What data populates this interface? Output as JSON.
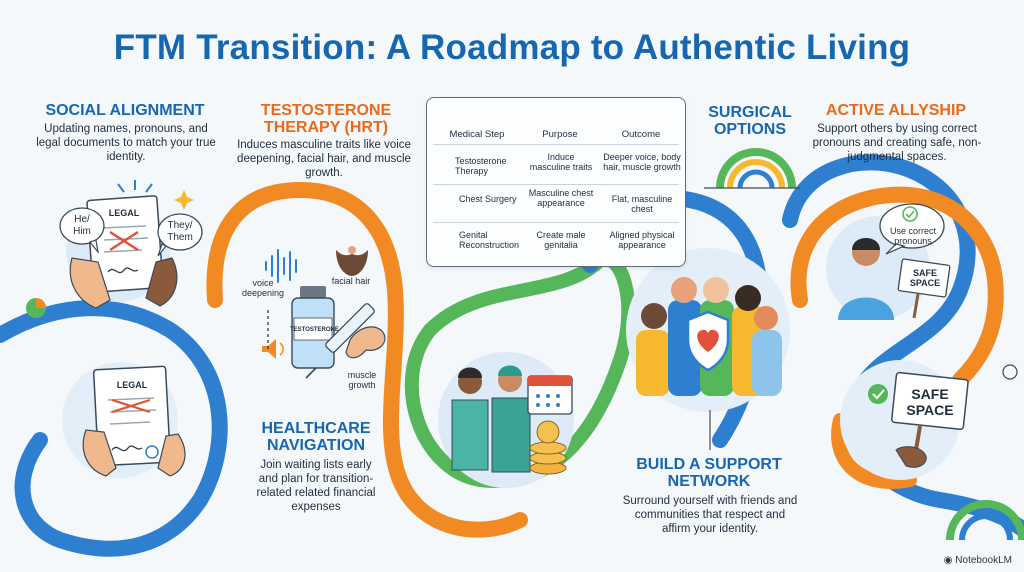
{
  "title": "FTM Transition: A Roadmap to Authentic Living",
  "social": {
    "heading": "SOCIAL ALIGNMENT",
    "body": "Updating names, pronouns, and legal documents to match your true identity.",
    "doc_label_1": "LEGAL",
    "doc_label_2": "LEGAL",
    "pronoun_left": "He/ Him",
    "pronoun_right": "They/ Them"
  },
  "hrt": {
    "heading": "TESTOSTERONE THERAPY (HRT)",
    "body": "Induces masculine traits like voice deepening, facial hair, and muscle growth.",
    "label_voice": "voice deepening",
    "label_hair": "facial hair",
    "label_muscle": "muscle growth",
    "vial_label": "TESTOSTERONE"
  },
  "healthcare": {
    "heading": "HEALTHCARE NAVIGATION",
    "body": "Join waiting lists early and plan for transition-related related financial expenses"
  },
  "table": {
    "headers": [
      "Medical Step",
      "Purpose",
      "Outcome"
    ],
    "rows": [
      {
        "step": "Testosterone Therapy",
        "purpose": "Induce masculine traits",
        "outcome": "Deeper voice, body hair, muscle growth"
      },
      {
        "step": "Chest Surgery",
        "purpose": "Masculine chest appearance",
        "outcome": "Flat, masculine chest"
      },
      {
        "step": "Genital Reconstruction",
        "purpose": "Create male genitalia",
        "outcome": "Aligned physical appearance"
      }
    ]
  },
  "surgical": {
    "heading": "SURGICAL OPTIONS"
  },
  "support": {
    "heading": "BUILD A SUPPORT NETWORK",
    "body": "Surround yourself with friends and communities that respect and affirm your identity."
  },
  "allyship": {
    "heading": "ACTIVE ALLYSHIP",
    "body": "Support others by using correct pronouns and creating safe, non-judgmental spaces.",
    "speech": "Use correct pronouns",
    "sign_small": "SAFE SPACE",
    "sign_large": "SAFE SPACE"
  },
  "branding": "NotebookLM",
  "colors": {
    "blue": "#1667b0",
    "orange": "#e86a1a",
    "green": "#4caf50",
    "path_blue": "#2f7fd0",
    "path_orange": "#f28a24"
  }
}
